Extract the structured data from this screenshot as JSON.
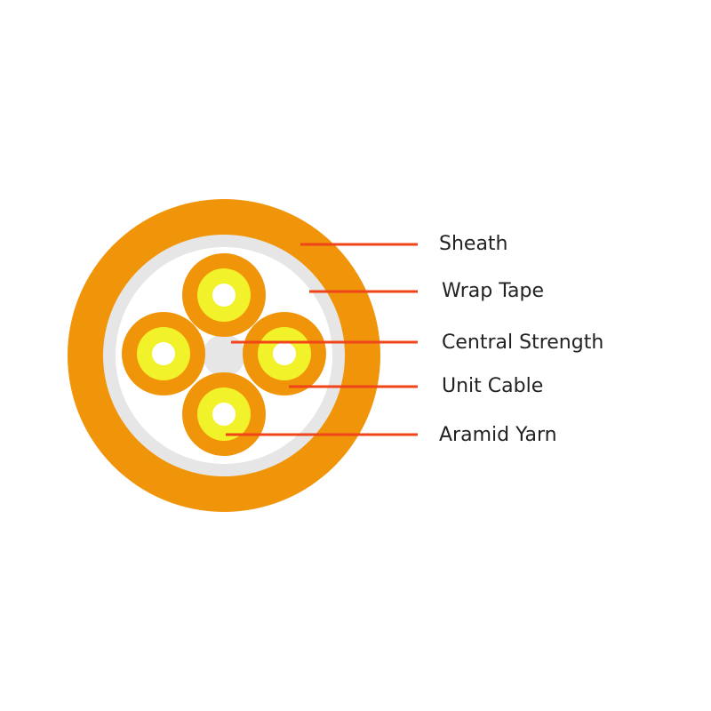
{
  "colors": {
    "sheath": "#f0950a",
    "wrap_tape": "#e6e6e6",
    "filler": "#ffffff",
    "central_strength": "#e6e6e6",
    "unit_jacket": "#f0950a",
    "aramid_yarn": "#f2f22a",
    "fiber_core": "#ffffff",
    "leader_line": "#f0441a"
  },
  "labels": {
    "sheath": "Sheath",
    "wrap_tape": "Wrap Tape",
    "central_strength": "Central Strength",
    "unit_cable": "Unit Cable",
    "aramid_yarn": "Aramid Yarn"
  }
}
